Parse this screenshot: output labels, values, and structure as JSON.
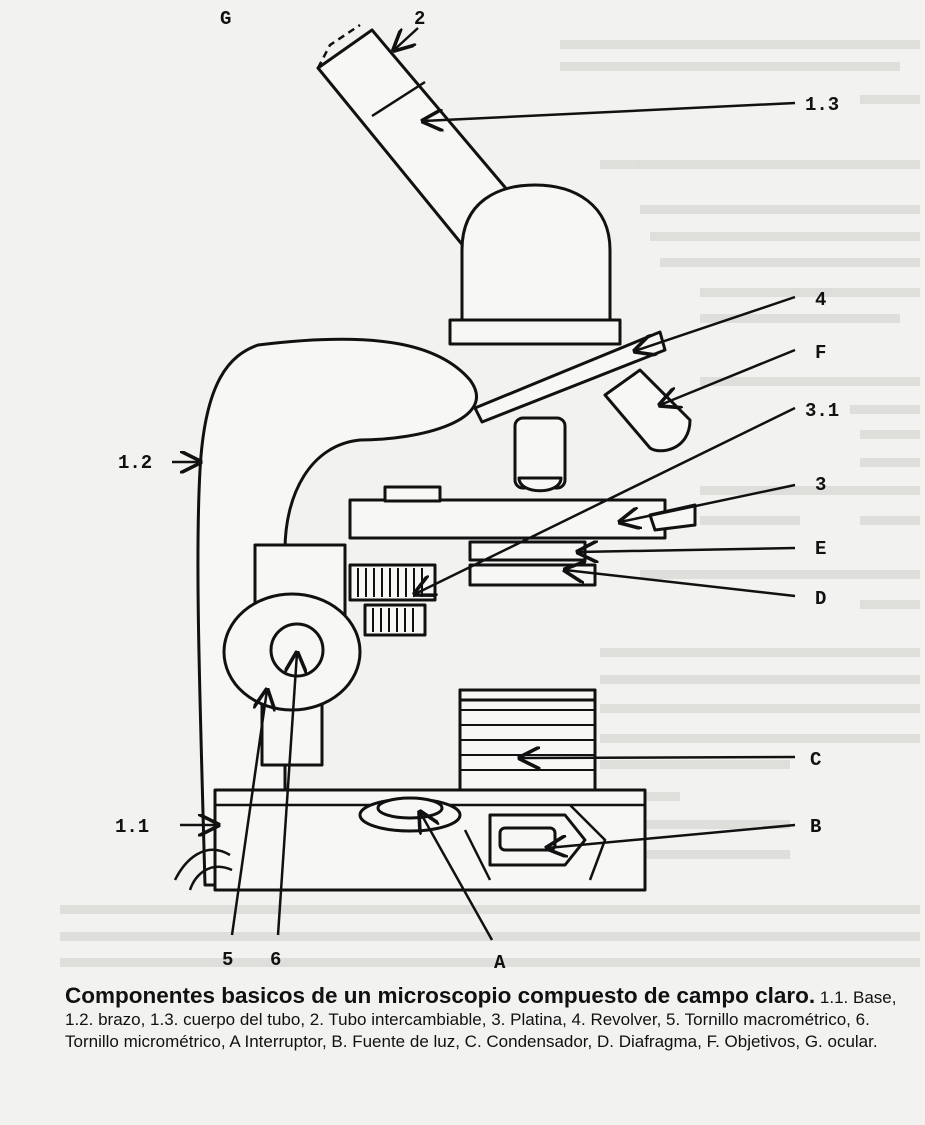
{
  "labels": {
    "G": "G",
    "n2": "2",
    "n1_3": "1.3",
    "n4": "4",
    "F": "F",
    "n3_1": "3.1",
    "n1_2": "1.2",
    "n3": "3",
    "E": "E",
    "D": "D",
    "C": "C",
    "B": "B",
    "n1_1": "1.1",
    "n5": "5",
    "n6": "6",
    "A": "A"
  },
  "caption": {
    "title": "Componentes basicos de un microscopio compuesto de campo claro.",
    "body": " 1.1. Base, 1.2. brazo, 1.3. cuerpo del tubo, 2. Tubo intercambiable, 3. Platina, 4. Revolver, 5. Tornillo macrométrico, 6. Tornillo micrométrico, A Interruptor, B. Fuente de luz, C. Condensador, D. Diafragma, F. Objetivos, G. ocular."
  }
}
